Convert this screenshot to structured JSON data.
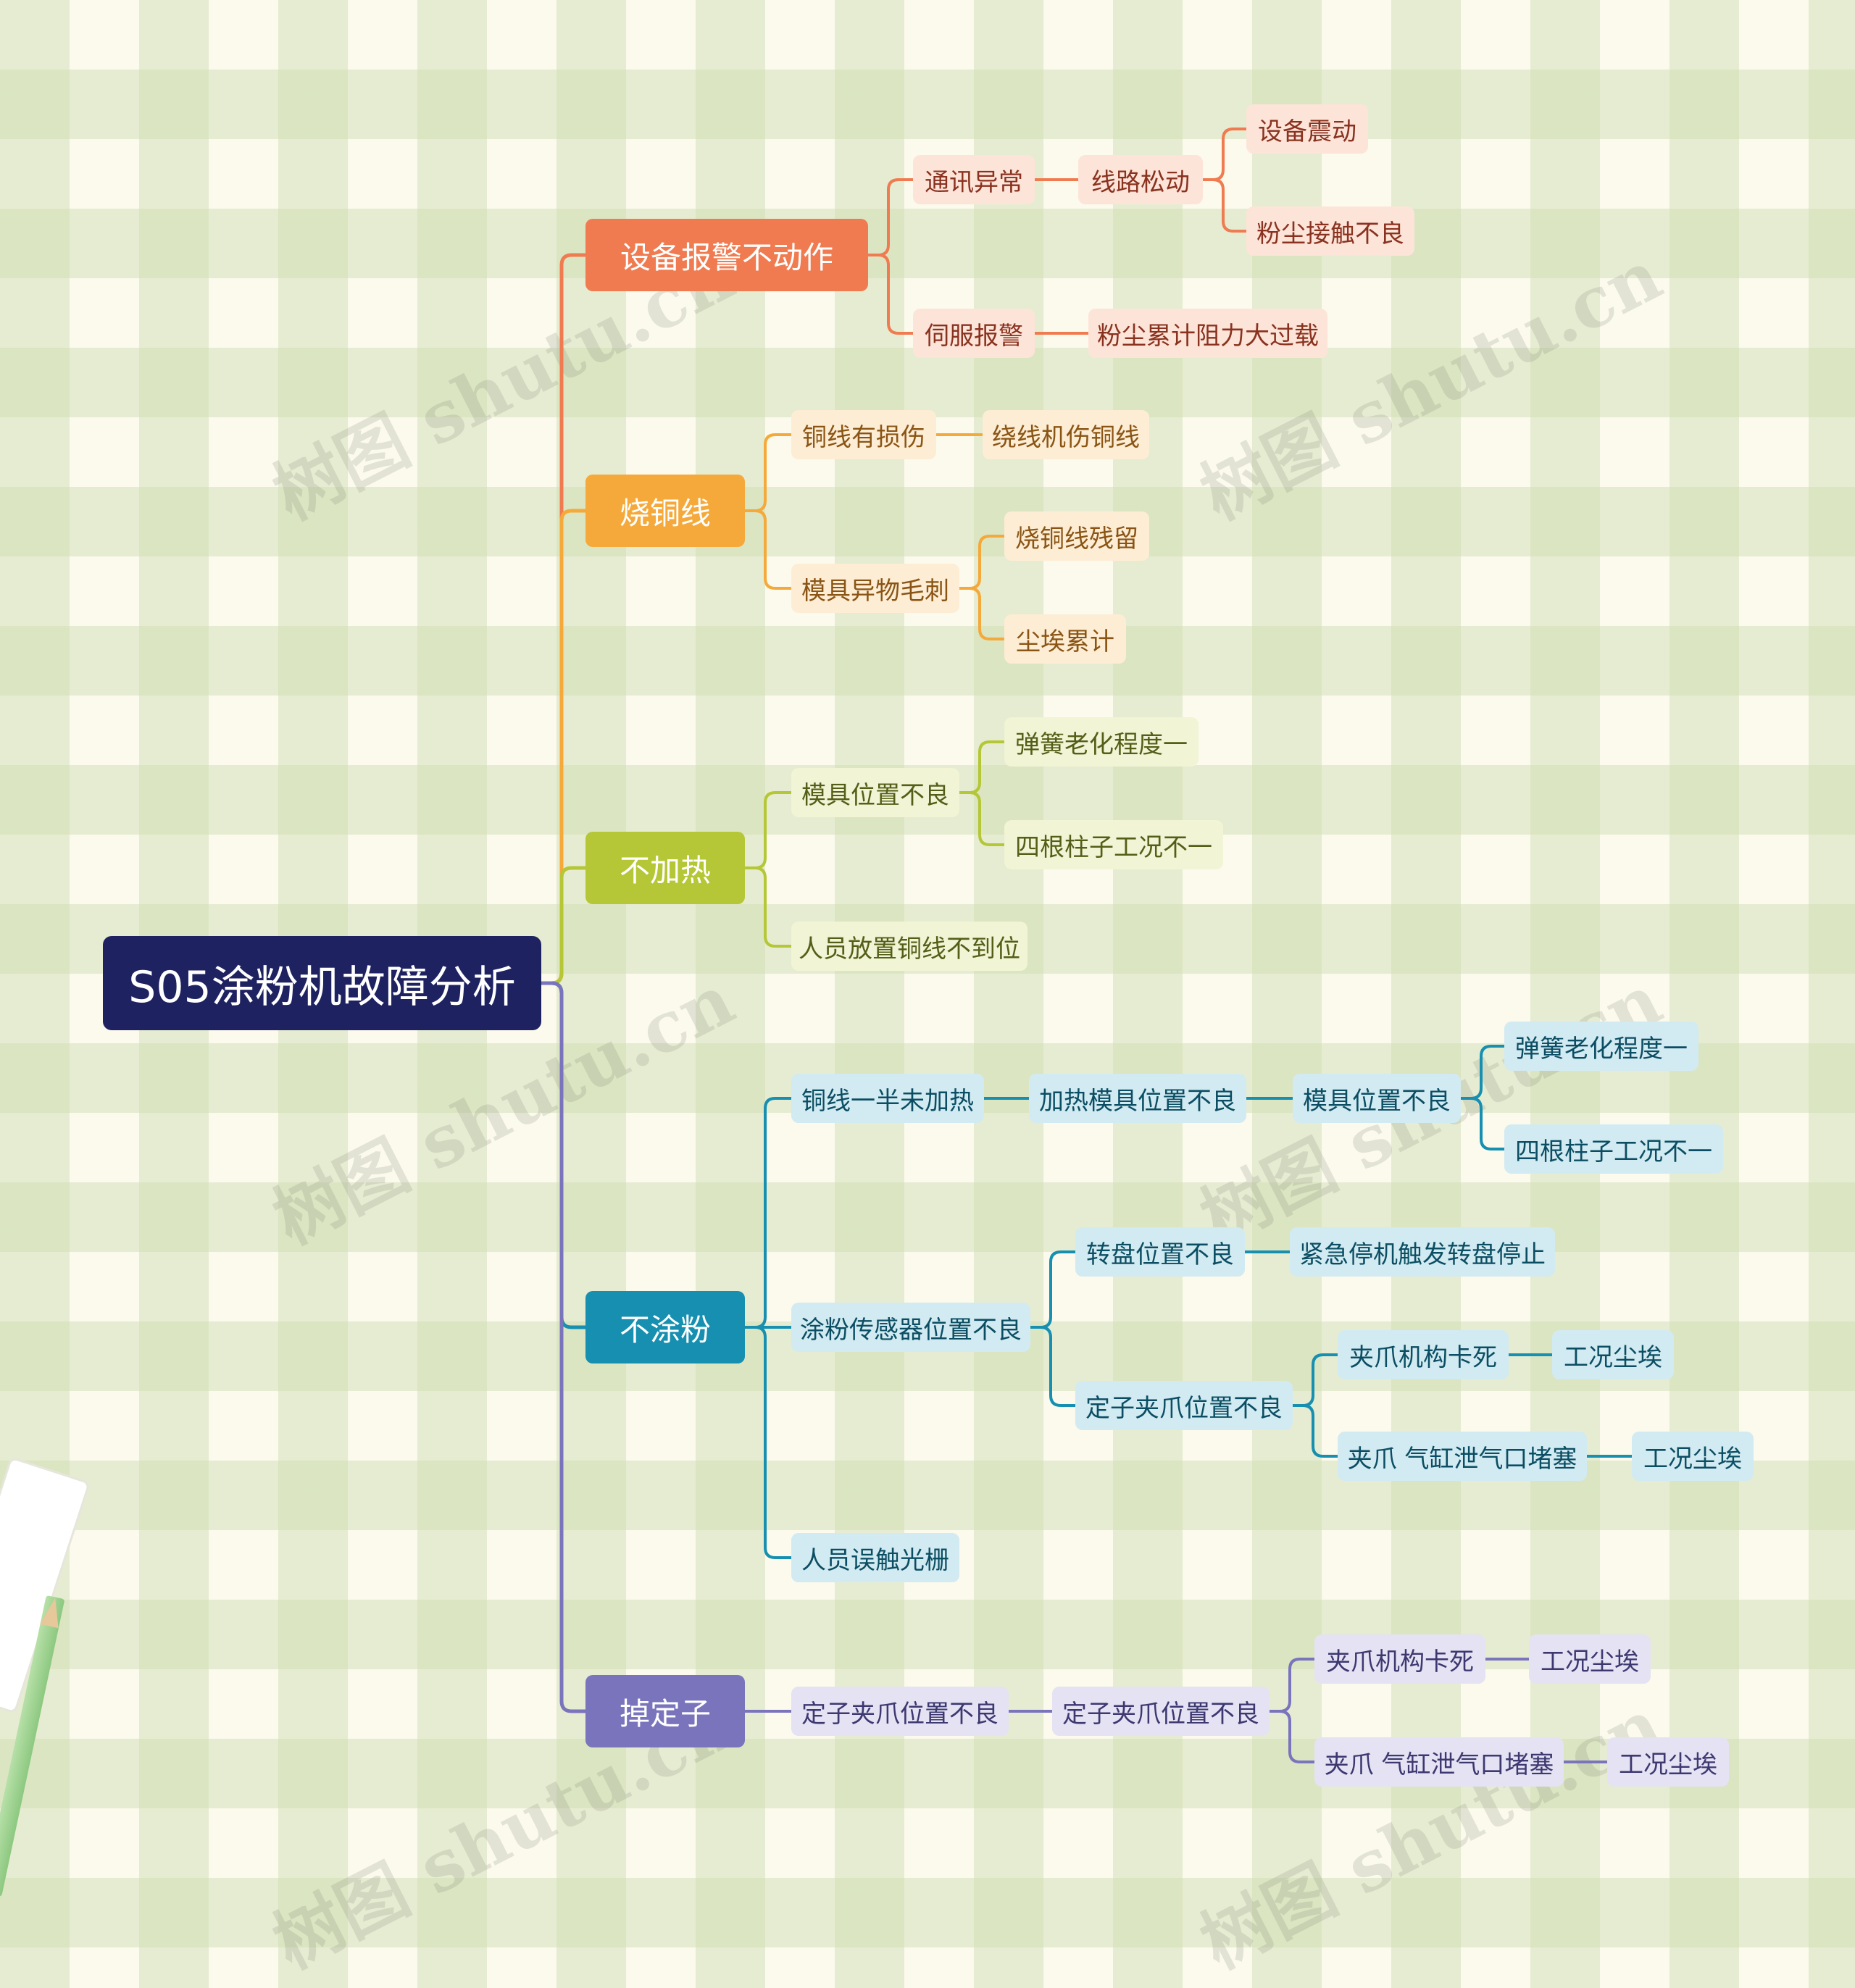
{
  "title": "S05涂粉机故障分析",
  "watermark_text": "树图 shutu.cn",
  "colors": {
    "root": "#1e2260",
    "branch1": "#f07b50",
    "branch2": "#f5a93a",
    "branch3": "#b5c736",
    "branch4": "#168fb0",
    "branch5": "#7a74bd"
  },
  "branches": [
    {
      "label": "设备报警不动作",
      "children": [
        {
          "label": "通讯异常",
          "children": [
            {
              "label": "线路松动",
              "children": [
                {
                  "label": "设备震动"
                },
                {
                  "label": "粉尘接触不良"
                }
              ]
            }
          ]
        },
        {
          "label": "伺服报警",
          "children": [
            {
              "label": "粉尘累计阻力大过载"
            }
          ]
        }
      ]
    },
    {
      "label": "烧铜线",
      "children": [
        {
          "label": "铜线有损伤",
          "children": [
            {
              "label": "绕线机伤铜线"
            }
          ]
        },
        {
          "label": "模具异物毛刺",
          "children": [
            {
              "label": "烧铜线残留"
            },
            {
              "label": "尘埃累计"
            }
          ]
        }
      ]
    },
    {
      "label": "不加热",
      "children": [
        {
          "label": "模具位置不良",
          "children": [
            {
              "label": "弹簧老化程度一"
            },
            {
              "label": "四根柱子工况不一"
            }
          ]
        },
        {
          "label": "人员放置铜线不到位"
        }
      ]
    },
    {
      "label": "不涂粉",
      "children": [
        {
          "label": "铜线一半未加热",
          "children": [
            {
              "label": "加热模具位置不良",
              "children": [
                {
                  "label": "模具位置不良",
                  "children": [
                    {
                      "label": "弹簧老化程度一"
                    },
                    {
                      "label": "四根柱子工况不一"
                    }
                  ]
                }
              ]
            }
          ]
        },
        {
          "label": "涂粉传感器位置不良",
          "children": [
            {
              "label": "转盘位置不良",
              "children": [
                {
                  "label": "紧急停机触发转盘停止"
                }
              ]
            },
            {
              "label": "定子夹爪位置不良",
              "children": [
                {
                  "label": "夹爪机构卡死",
                  "children": [
                    {
                      "label": "工况尘埃"
                    }
                  ]
                },
                {
                  "label": "夹爪 气缸泄气口堵塞",
                  "children": [
                    {
                      "label": "工况尘埃"
                    }
                  ]
                }
              ]
            }
          ]
        },
        {
          "label": "人员误触光栅"
        }
      ]
    },
    {
      "label": "掉定子",
      "children": [
        {
          "label": "定子夹爪位置不良",
          "children": [
            {
              "label": "定子夹爪位置不良",
              "children": [
                {
                  "label": "夹爪机构卡死",
                  "children": [
                    {
                      "label": "工况尘埃"
                    }
                  ]
                },
                {
                  "label": "夹爪 气缸泄气口堵塞",
                  "children": [
                    {
                      "label": "工况尘埃"
                    }
                  ]
                }
              ]
            }
          ]
        }
      ]
    }
  ]
}
